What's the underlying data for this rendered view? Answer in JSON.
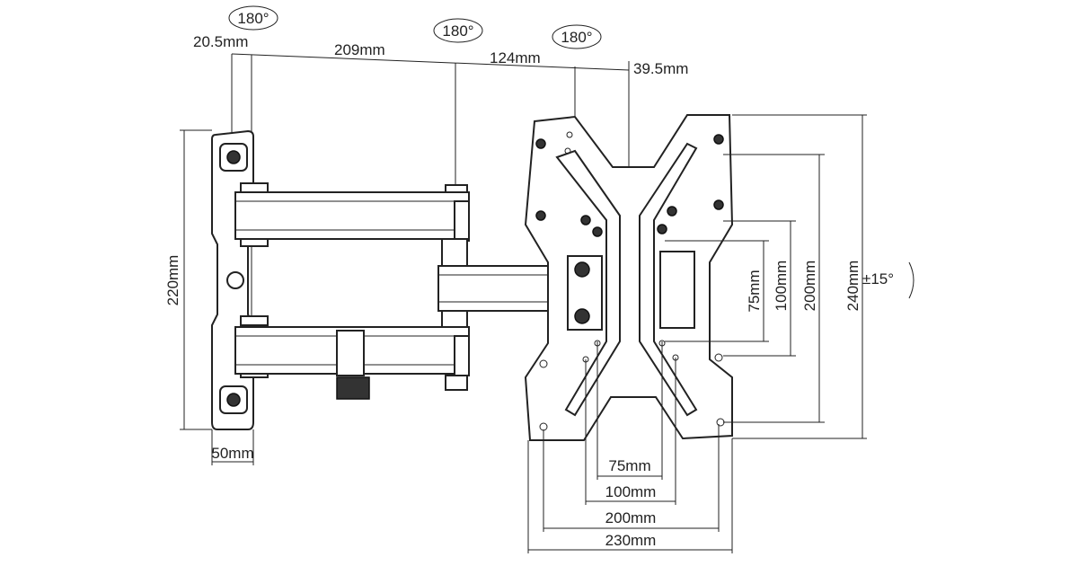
{
  "rotation": {
    "top_left": "180°",
    "top_mid": "180°",
    "top_right": "180°",
    "tilt": "±15°"
  },
  "top_dims": {
    "a": "20.5mm",
    "b": "209mm",
    "c": "124mm",
    "d": "39.5mm"
  },
  "wall_plate": {
    "height": "220mm",
    "width": "50mm"
  },
  "vesa_vertical": {
    "v75": "75mm",
    "v100": "100mm",
    "v200": "200mm",
    "v240": "240mm"
  },
  "vesa_horizontal": {
    "h75": "75mm",
    "h100": "100mm",
    "h200": "200mm",
    "h230": "230mm"
  }
}
